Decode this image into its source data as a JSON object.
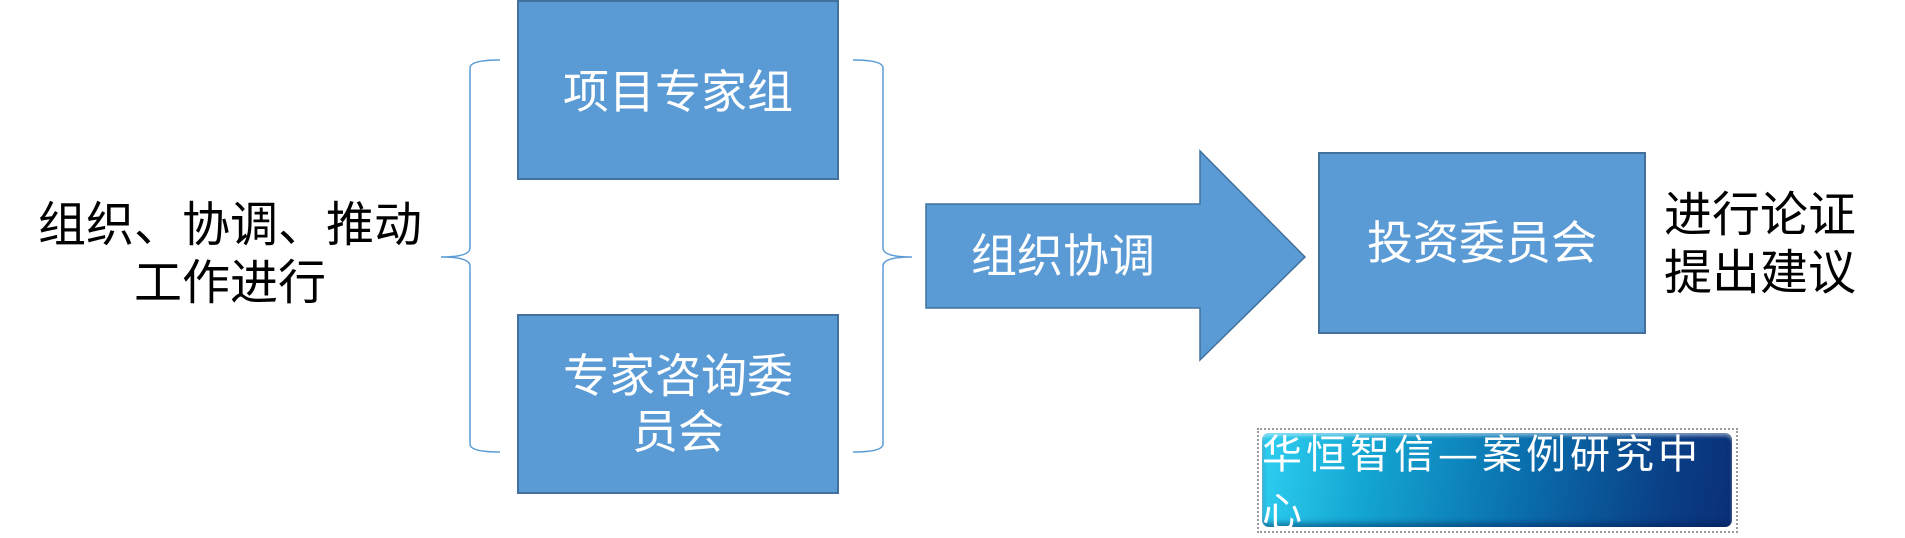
{
  "left_label": {
    "line1": "组织、协调、推动",
    "line2": "工作进行"
  },
  "boxes": {
    "project_expert_group": "项目专家组",
    "expert_advisory_line1": "专家咨询委",
    "expert_advisory_line2": "员会",
    "investment_committee": "投资委员会"
  },
  "arrow": {
    "label": "组织协调"
  },
  "right_label": {
    "line1": "进行论证",
    "line2": "提出建议"
  },
  "badge": {
    "text": "华恒智信—案例研究中心"
  },
  "colors": {
    "box_fill": "#5b9bd5",
    "box_border": "#41719c",
    "brace": "#5b9bd5"
  }
}
